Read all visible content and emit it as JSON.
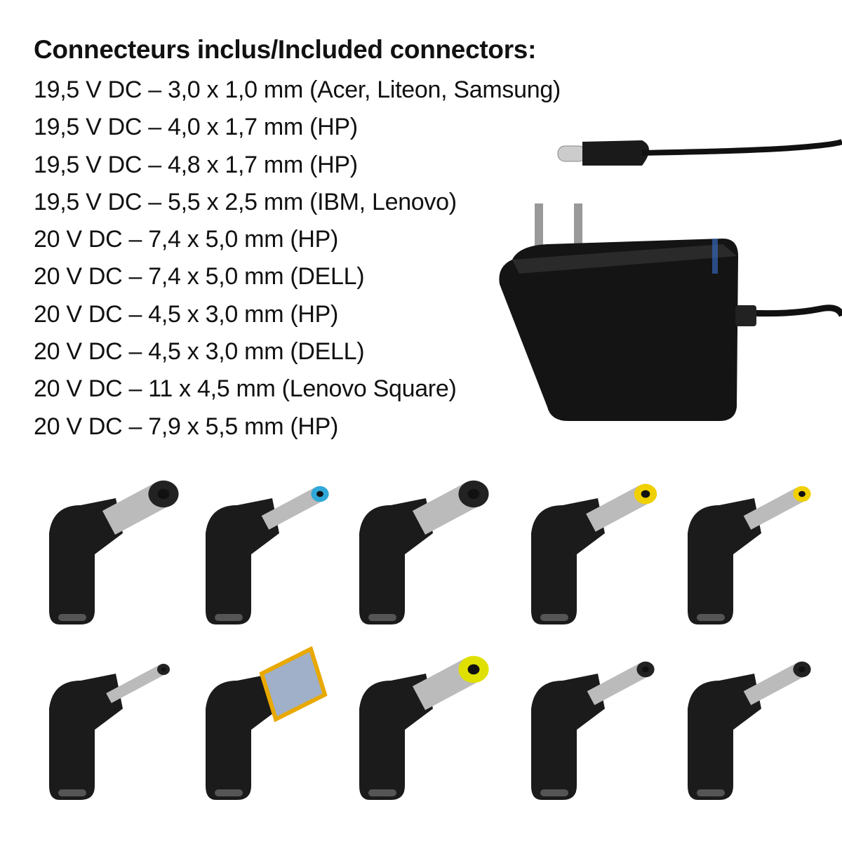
{
  "heading": "Connecteurs inclus/Included connectors:",
  "connectors": [
    "19,5 V DC – 3,0 x 1,0 mm (Acer, Liteon, Samsung)",
    "19,5 V DC – 4,0 x 1,7 mm (HP)",
    "19,5 V DC – 4,8 x 1,7 mm (HP)",
    "19,5 V DC – 5,5 x 2,5 mm (IBM, Lenovo)",
    "20 V DC – 7,4 x 5,0 mm (HP)",
    "20 V DC – 7,4 x 5,0 mm (DELL)",
    "20 V DC – 4,5 x 3,0 mm (HP)",
    "20 V DC – 4,5 x 3,0 mm (DELL)",
    "20 V DC – 11 x 4,5 mm (Lenovo Square)",
    "20 V DC – 7,9 x 5,5 mm (HP)"
  ],
  "tips": [
    {
      "tip_color": "#222222",
      "size": "large"
    },
    {
      "tip_color": "#2fa8d8",
      "size": "small"
    },
    {
      "tip_color": "#222222",
      "size": "large"
    },
    {
      "tip_color": "#f0d000",
      "size": "medium"
    },
    {
      "tip_color": "#f0d000",
      "size": "small"
    },
    {
      "tip_color": "#222222",
      "size": "thin"
    },
    {
      "tip_color": "#e8a800",
      "size": "square"
    },
    {
      "tip_color": "#e0e000",
      "size": "large"
    },
    {
      "tip_color": "#222222",
      "size": "small"
    },
    {
      "tip_color": "#222222",
      "size": "small"
    }
  ]
}
